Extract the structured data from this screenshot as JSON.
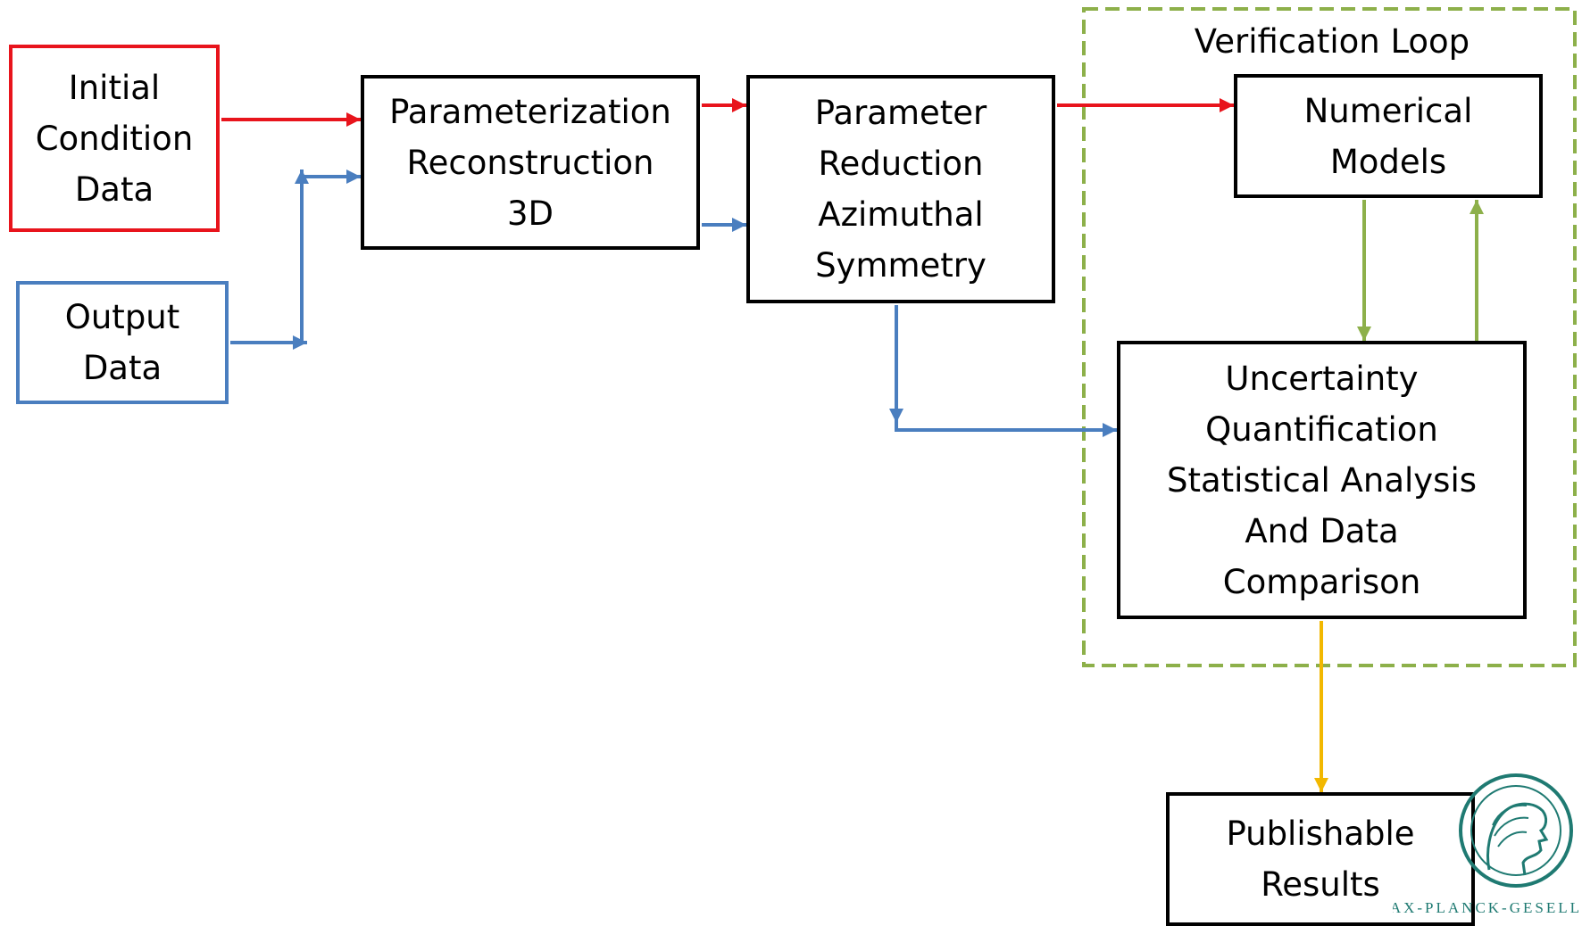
{
  "colors": {
    "initial_condition": "#e8141c",
    "output_data": "#4a7ebf",
    "verification_loop": "#8db04a",
    "results_arrow": "#f2b800",
    "box_border": "#000000",
    "logo": "#1f7a72"
  },
  "diagram": {
    "initial_condition": {
      "lines": [
        "Initial",
        "Condition",
        "Data"
      ]
    },
    "output_data": {
      "lines": [
        "Output",
        "Data"
      ]
    },
    "parameterization": {
      "lines": [
        "Parameterization",
        "Reconstruction",
        "3D"
      ]
    },
    "parameter_reduction": {
      "lines": [
        "Parameter",
        "Reduction",
        "Azimuthal",
        "Symmetry"
      ]
    },
    "verification_loop": {
      "title": "Verification Loop"
    },
    "numerical_models": {
      "lines": [
        "Numerical",
        "Models"
      ]
    },
    "uncertainty": {
      "lines": [
        "Uncertainty",
        "Quantification",
        "Statistical Analysis",
        "And Data",
        "Comparison"
      ]
    },
    "publishable": {
      "lines": [
        "Publishable",
        "Results"
      ]
    }
  },
  "logo": {
    "icon": "max-planck-minerva-logo",
    "text": "MAX-PLANCK-GESELL"
  }
}
